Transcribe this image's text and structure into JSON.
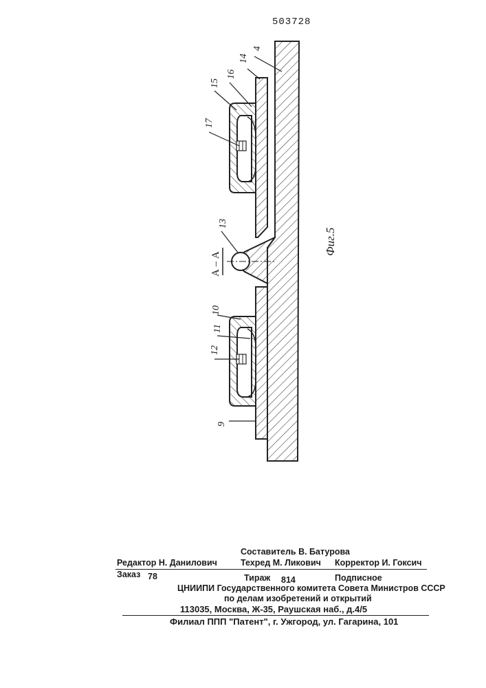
{
  "header": {
    "patent_number": "503728"
  },
  "figure": {
    "caption": "Фиг.5",
    "section_label": "А – А",
    "part_labels": {
      "p4": "4",
      "p14": "14",
      "p16": "16",
      "p15": "15",
      "p17": "17",
      "p13": "13",
      "p10": "10",
      "p11": "11",
      "p12": "12",
      "p9": "9"
    }
  },
  "colophon": {
    "compiler": "Составитель В. Батурова",
    "editor": "Редактор Н. Данилович",
    "techred": "Техред М. Ликович",
    "corrector": "Корректор И. Гоксич",
    "order_label": "Заказ",
    "order_number": "78",
    "print_run_label": "Тираж",
    "print_run": "814",
    "subscription": "Подписное",
    "org_line1": "ЦНИИПИ Государственного комитета Совета Министров СССР",
    "org_line2": "по делам изобретений и открытий",
    "address": "113035, Москва, Ж-35, Раушская наб., д.4/5",
    "branch": "Филиал ППП \"Патент\", г. Ужгород, ул. Гагарина, 101"
  }
}
